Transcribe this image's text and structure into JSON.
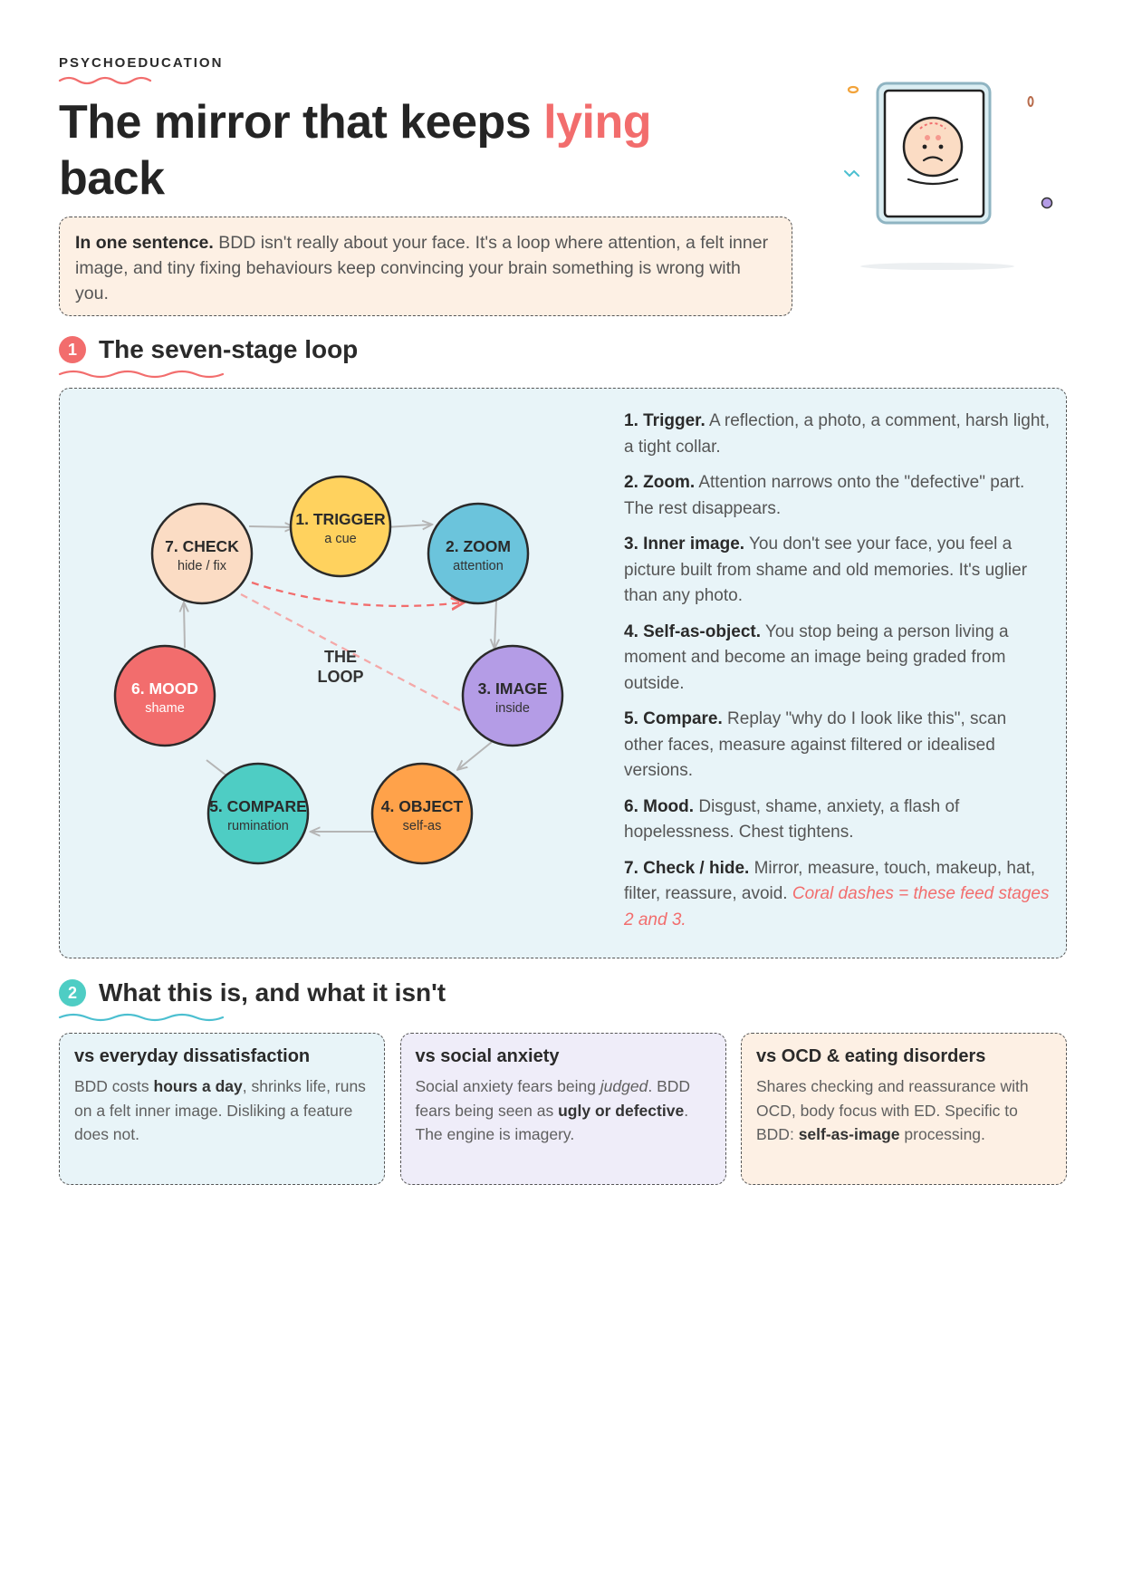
{
  "header": {
    "eyebrow": "PSYCHOEDUCATION",
    "title_part1": "The mirror that keeps ",
    "title_accent": "lying",
    "title_part2": " back"
  },
  "summary": {
    "lead": "In one sentence.",
    "text": " BDD isn't really about your face. It's a loop where attention, a felt inner image, and tiny fixing behaviours keep convincing your brain something is wrong with you."
  },
  "sections": [
    {
      "number": "1",
      "title": "The seven-stage loop",
      "color": "#f26d6d"
    },
    {
      "number": "2",
      "title": "What this is, and what it isn't",
      "color": "#4ecdc4"
    }
  ],
  "loop": {
    "center_label_1": "THE",
    "center_label_2": "LOOP",
    "nodes": [
      {
        "title": "1. TRIGGER",
        "sub": "a cue",
        "color": "#ffd25e"
      },
      {
        "title": "2. ZOOM",
        "sub": "attention",
        "color": "#6bc4dc"
      },
      {
        "title": "3. IMAGE",
        "sub": "inside",
        "color": "#b49ce6"
      },
      {
        "title": "4. OBJECT",
        "sub": "self-as",
        "color": "#ffa24a"
      },
      {
        "title": "5. COMPARE",
        "sub": "rumination",
        "color": "#4ecdc4"
      },
      {
        "title": "6. MOOD",
        "sub": "shame",
        "color": "#f26d6d"
      },
      {
        "title": "7. CHECK",
        "sub": "hide / fix",
        "color": "#fbdcc4"
      }
    ],
    "stages": [
      {
        "label": "1. Trigger.",
        "text": " A reflection, a photo, a comment, harsh light, a tight collar."
      },
      {
        "label": "2. Zoom.",
        "text": " Attention narrows onto the \"defective\" part. The rest disappears."
      },
      {
        "label": "3. Inner image.",
        "text": " You don't see your face, you feel a picture built from shame and old memories. It's uglier than any photo."
      },
      {
        "label": "4. Self-as-object.",
        "text": " You stop being a person living a moment and become an image being graded from outside."
      },
      {
        "label": "5. Compare.",
        "text": " Replay \"why do I look like this\", scan other faces, measure against filtered or idealised versions."
      },
      {
        "label": "6. Mood.",
        "text": " Disgust, shame, anxiety, a flash of hopelessness. Chest tightens."
      },
      {
        "label": "7. Check / hide.",
        "text": " Mirror, measure, touch, makeup, hat, filter, reassure, avoid. ",
        "note": "Coral dashes = these feed stages 2 and 3."
      }
    ]
  },
  "cards": [
    {
      "title": "vs everyday dissatisfaction",
      "p1": "BDD costs ",
      "b1": "hours a day",
      "p2": ", shrinks life, runs on a felt inner image. Disliking a feature does not."
    },
    {
      "title": "vs social anxiety",
      "p1": "Social anxiety fears being ",
      "i1": "judged",
      "p2": ". BDD fears being seen as ",
      "b1": "ugly or defective",
      "p3": ". The engine is imagery."
    },
    {
      "title": "vs OCD & eating disorders",
      "p1": "Shares checking and reassurance with OCD, body focus with ED. Specific to BDD: ",
      "b1": "self-as-image",
      "p2": " processing."
    }
  ]
}
